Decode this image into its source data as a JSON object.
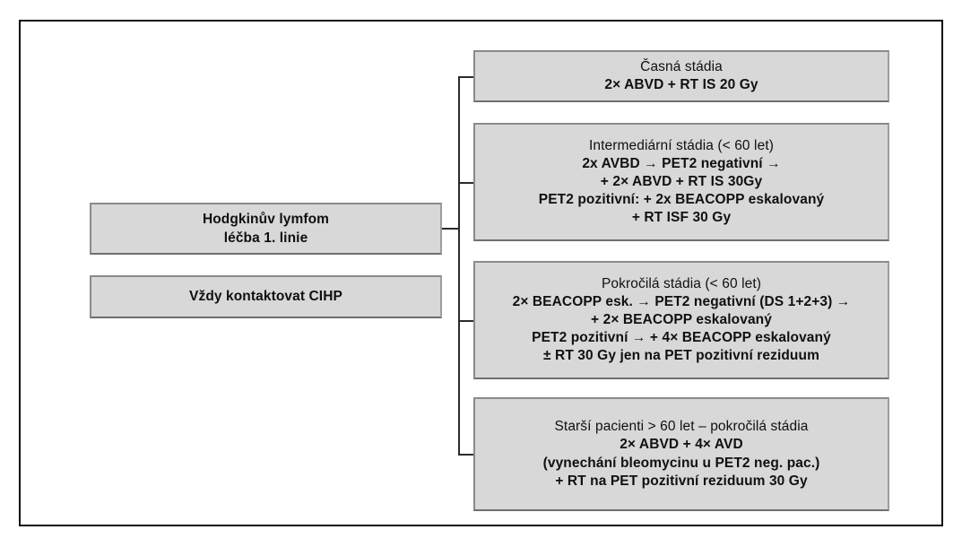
{
  "diagram": {
    "title": "Hodgkinuv lymfom - lecba 1. linie",
    "colors": {
      "box_fill": "#d8d8d8",
      "box_border": "#8a8a8a",
      "connector": "#2b2b2b",
      "frame": "#0d0d0d",
      "text": "#101010"
    }
  },
  "left_column": {
    "root": {
      "lines": [
        "Hodgkinův lymfom",
        "léčba 1. linie"
      ]
    },
    "note": {
      "lines": [
        "Vždy kontaktovat CIHP"
      ]
    }
  },
  "right_column": {
    "early": {
      "heading": "Časná stádia",
      "lines": [
        "2× ABVD + RT IS 20 Gy"
      ]
    },
    "intermediate": {
      "heading": "Intermediární stádia (< 60 let)",
      "lines": [
        "2x AVBD → PET2 negativní →",
        "+ 2× ABVD + RT IS 30Gy",
        "PET2 pozitivní: + 2x BEACOPP eskalovaný",
        "+ RT ISF 30 Gy"
      ]
    },
    "advanced": {
      "heading": "Pokročilá stádia (< 60 let)",
      "lines": [
        "2× BEACOPP esk. → PET2 negativní (DS 1+2+3) →",
        "+ 2× BEACOPP eskalovaný",
        "PET2 pozitivní → + 4× BEACOPP eskalovaný",
        "± RT 30 Gy jen na PET pozitivní reziduum"
      ]
    },
    "elderly": {
      "heading": "Starší pacienti > 60 let – pokročilá stádia",
      "lines": [
        "2× ABVD + 4× AVD",
        "(vynechání bleomycinu u PET2 neg. pac.)",
        "+ RT na PET pozitivní reziduum 30 Gy"
      ]
    }
  }
}
